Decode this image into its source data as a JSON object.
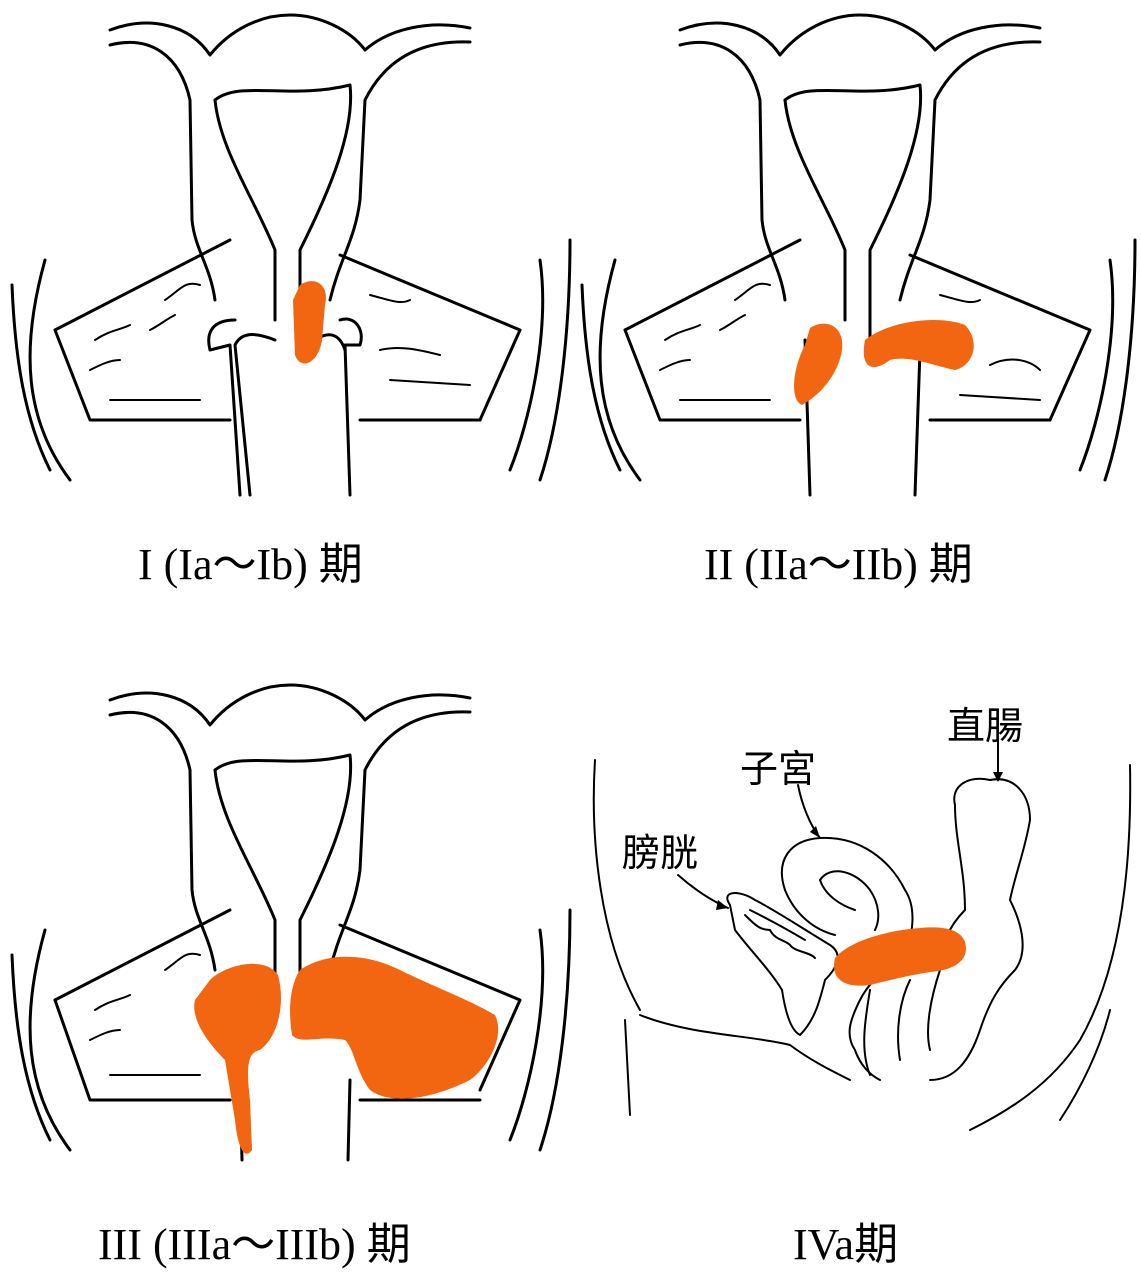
{
  "colors": {
    "tumor": "#f26611",
    "line": "#000000",
    "background": "#ffffff"
  },
  "stages": [
    {
      "caption": "I (Ia～Ib) 期"
    },
    {
      "caption": "II (IIa～IIb) 期"
    },
    {
      "caption": "III (IIIa～IIIb) 期"
    },
    {
      "caption": "IVa期"
    }
  ],
  "anatomy_labels": {
    "bladder": "膀胱",
    "uterus": "子宮",
    "rectum": "直腸"
  }
}
